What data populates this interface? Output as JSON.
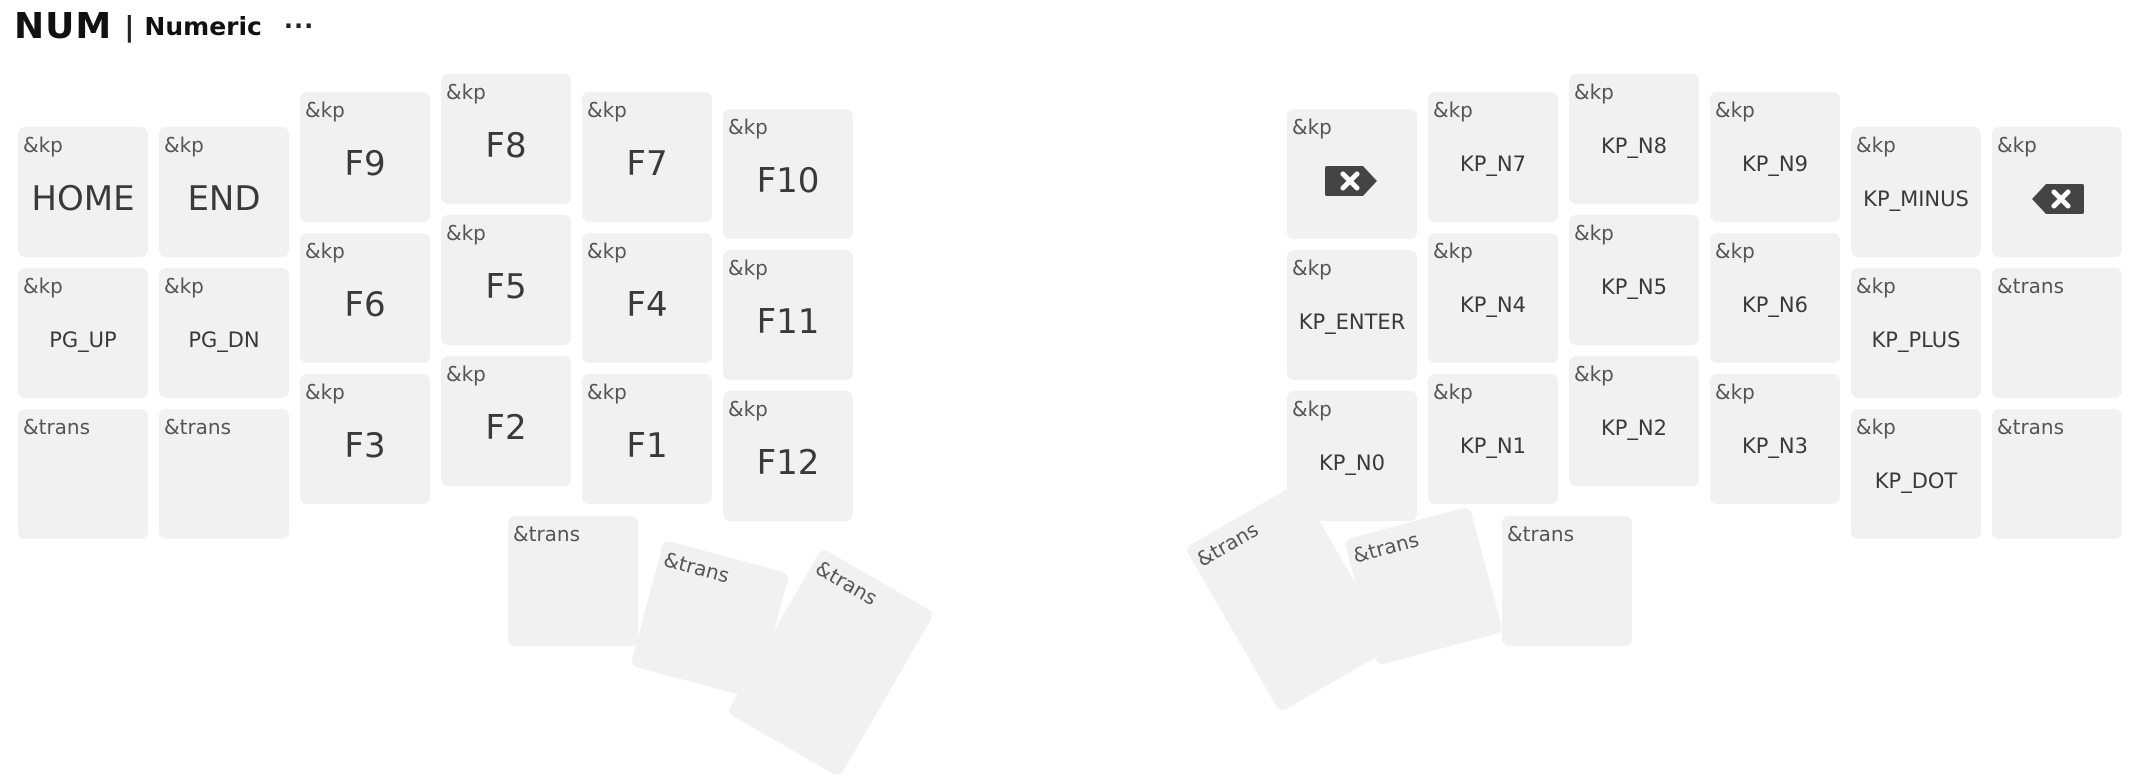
{
  "header": {
    "layer_code": "NUM",
    "separator": "|",
    "layer_name": "Numeric",
    "more_label": "···"
  },
  "keys": [
    {
      "id": "l-r0-c0",
      "binding": "&kp",
      "label": "HOME",
      "size": "big"
    },
    {
      "id": "l-r0-c1",
      "binding": "&kp",
      "label": "END",
      "size": "big"
    },
    {
      "id": "l-r0-c2",
      "binding": "&kp",
      "label": "F9",
      "size": "big"
    },
    {
      "id": "l-r0-c3",
      "binding": "&kp",
      "label": "F8",
      "size": "big"
    },
    {
      "id": "l-r0-c4",
      "binding": "&kp",
      "label": "F7",
      "size": "big"
    },
    {
      "id": "l-r0-c5",
      "binding": "&kp",
      "label": "F10",
      "size": "big"
    },
    {
      "id": "l-r1-c0",
      "binding": "&kp",
      "label": "PG_UP",
      "size": "small"
    },
    {
      "id": "l-r1-c1",
      "binding": "&kp",
      "label": "PG_DN",
      "size": "small"
    },
    {
      "id": "l-r1-c2",
      "binding": "&kp",
      "label": "F6",
      "size": "big"
    },
    {
      "id": "l-r1-c3",
      "binding": "&kp",
      "label": "F5",
      "size": "big"
    },
    {
      "id": "l-r1-c4",
      "binding": "&kp",
      "label": "F4",
      "size": "big"
    },
    {
      "id": "l-r1-c5",
      "binding": "&kp",
      "label": "F11",
      "size": "big"
    },
    {
      "id": "l-r2-c0",
      "binding": "&trans",
      "label": "",
      "size": "small"
    },
    {
      "id": "l-r2-c1",
      "binding": "&trans",
      "label": "",
      "size": "small"
    },
    {
      "id": "l-r2-c2",
      "binding": "&kp",
      "label": "F3",
      "size": "big"
    },
    {
      "id": "l-r2-c3",
      "binding": "&kp",
      "label": "F2",
      "size": "big"
    },
    {
      "id": "l-r2-c4",
      "binding": "&kp",
      "label": "F1",
      "size": "big"
    },
    {
      "id": "l-r2-c5",
      "binding": "&kp",
      "label": "F12",
      "size": "big"
    },
    {
      "id": "l-th-0",
      "binding": "&trans",
      "label": "",
      "size": "small"
    },
    {
      "id": "l-th-1",
      "binding": "&trans",
      "label": "",
      "size": "small"
    },
    {
      "id": "l-th-2",
      "binding": "&trans",
      "label": "",
      "size": "small"
    },
    {
      "id": "r-r0-c0",
      "binding": "&kp",
      "label": "",
      "icon": "delete-forward-icon",
      "size": "small"
    },
    {
      "id": "r-r0-c1",
      "binding": "&kp",
      "label": "KP_N7",
      "size": "small"
    },
    {
      "id": "r-r0-c2",
      "binding": "&kp",
      "label": "KP_N8",
      "size": "small"
    },
    {
      "id": "r-r0-c3",
      "binding": "&kp",
      "label": "KP_N9",
      "size": "small"
    },
    {
      "id": "r-r0-c4",
      "binding": "&kp",
      "label": "KP_MINUS",
      "size": "small"
    },
    {
      "id": "r-r0-c5",
      "binding": "&kp",
      "label": "",
      "icon": "backspace-icon",
      "size": "small"
    },
    {
      "id": "r-r1-c0",
      "binding": "&kp",
      "label": "KP_ENTER",
      "size": "small"
    },
    {
      "id": "r-r1-c1",
      "binding": "&kp",
      "label": "KP_N4",
      "size": "small"
    },
    {
      "id": "r-r1-c2",
      "binding": "&kp",
      "label": "KP_N5",
      "size": "small"
    },
    {
      "id": "r-r1-c3",
      "binding": "&kp",
      "label": "KP_N6",
      "size": "small"
    },
    {
      "id": "r-r1-c4",
      "binding": "&kp",
      "label": "KP_PLUS",
      "size": "small"
    },
    {
      "id": "r-r1-c5",
      "binding": "&trans",
      "label": "",
      "size": "small"
    },
    {
      "id": "r-r2-c0",
      "binding": "&kp",
      "label": "KP_N0",
      "size": "small"
    },
    {
      "id": "r-r2-c1",
      "binding": "&kp",
      "label": "KP_N1",
      "size": "small"
    },
    {
      "id": "r-r2-c2",
      "binding": "&kp",
      "label": "KP_N2",
      "size": "small"
    },
    {
      "id": "r-r2-c3",
      "binding": "&kp",
      "label": "KP_N3",
      "size": "small"
    },
    {
      "id": "r-r2-c4",
      "binding": "&kp",
      "label": "KP_DOT",
      "size": "small"
    },
    {
      "id": "r-r2-c5",
      "binding": "&trans",
      "label": "",
      "size": "small"
    },
    {
      "id": "r-th-0",
      "binding": "&trans",
      "label": "",
      "size": "small"
    },
    {
      "id": "r-th-1",
      "binding": "&trans",
      "label": "",
      "size": "small"
    },
    {
      "id": "r-th-2",
      "binding": "&trans",
      "label": "",
      "size": "small"
    }
  ]
}
